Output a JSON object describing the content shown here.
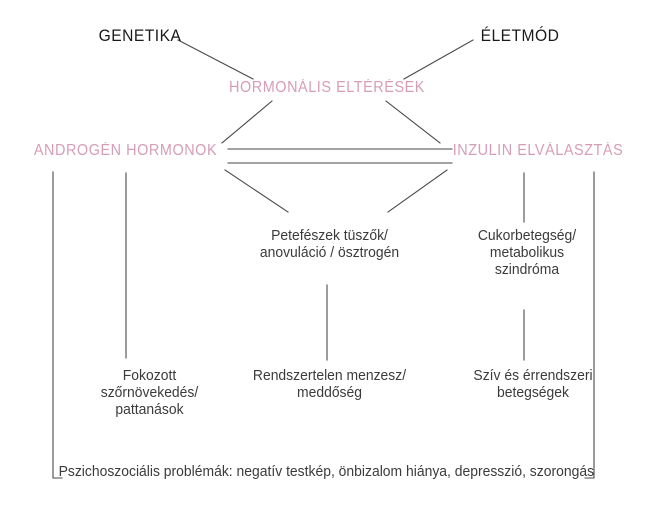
{
  "diagram": {
    "title_implicit": "PCOS ok-okozati ábra",
    "colors": {
      "pink": "#d79db7",
      "text_dark": "#3b3b3b",
      "heading_black": "#1a1a1a",
      "line": "#4a4a4a",
      "background": "#ffffff"
    },
    "nodes": {
      "genetika": "GENETIKA",
      "eletmod": "ÉLETMÓD",
      "hormonalis_elterasek": "HORMONÁLIS ELTÉRÉSEK",
      "androgen_hormonok": "ANDROGÉN HORMONOK",
      "inzulin_elvalasztas": "INZULIN ELVÁLASZTÁS",
      "petefeszek": "Petefészek tüszők/\nanovuláció / ösztrogén",
      "cukorbetegseg": "Cukorbetegség/\nmetabolikus\nszindróma",
      "fokozott": "Fokozott\nszőrnövekedés/\npattanások",
      "rendszertelen": "Rendszertelen menzesz/\nmeddőség",
      "sziv": "Szív és érrendszeri\nbetegségek",
      "pszichoszocialis": "Pszichoszociális problémák: negatív testkép, önbizalom hiánya, depresszió, szorongás"
    }
  }
}
